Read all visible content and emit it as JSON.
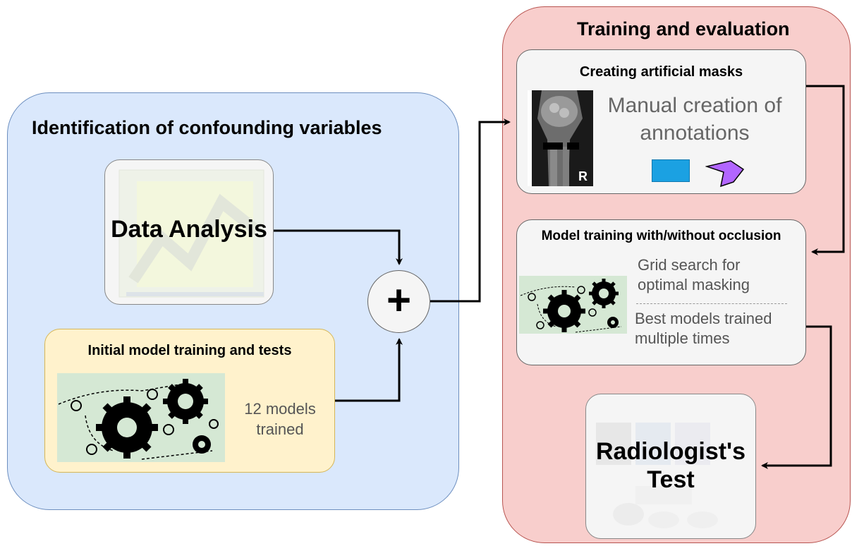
{
  "left_panel": {
    "title": "Identification of confounding variables"
  },
  "right_panel": {
    "title": "Training and evaluation"
  },
  "data_analysis": {
    "label": "Data Analysis"
  },
  "initial_training": {
    "title": "Initial model training and tests",
    "models_text_1": "12 models",
    "models_text_2": "trained"
  },
  "combine": {
    "symbol": "+"
  },
  "masks": {
    "title": "Creating artificial masks",
    "text_1": "Manual creation of",
    "text_2": "annotations",
    "xray_marker": "R"
  },
  "model_training": {
    "title": "Model training with/without occlusion",
    "grid_1": "Grid search for",
    "grid_2": "optimal masking",
    "best_1": "Best models trained",
    "best_2": "multiple times"
  },
  "radiologist": {
    "label_1": "Radiologist's",
    "label_2": "Test"
  },
  "colors": {
    "left_fill": "#dae8fc",
    "right_fill": "#f8cecc",
    "yellow_fill": "#fff2cc",
    "green_fill": "#d5e8d4",
    "rect_shape": "#1ba1e2",
    "poly_shape": "#b266ff"
  },
  "icons": [
    "line-chart-icon",
    "gears-icon",
    "xray-icon",
    "rectangle-shape-icon",
    "polygon-shape-icon"
  ]
}
